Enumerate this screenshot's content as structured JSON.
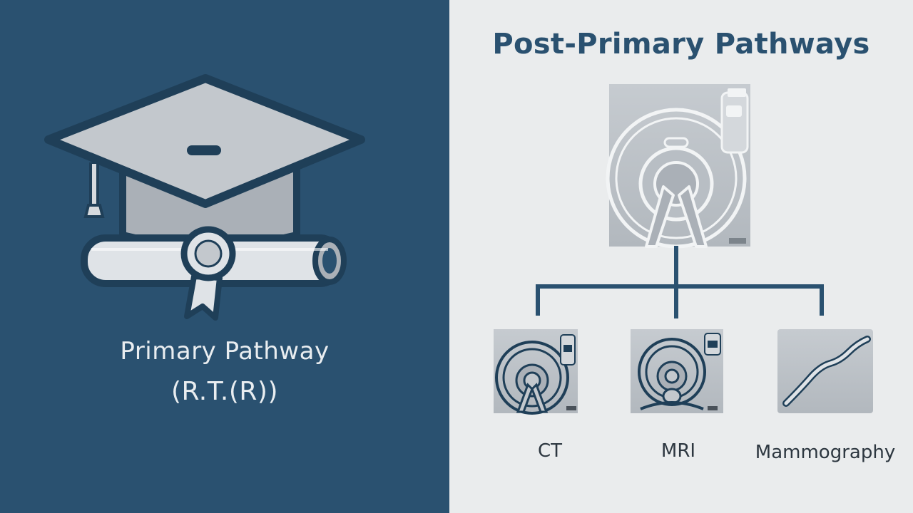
{
  "primary": {
    "title": "Primary Pathway",
    "subtitle": "(R.T.(R))",
    "icon": "graduation-cap-with-diploma-icon"
  },
  "post_primary": {
    "title": "Post-Primary Pathways",
    "root_icon": "mri-scanner-icon",
    "branches": [
      {
        "label": "CT",
        "icon": "ct-scanner-icon"
      },
      {
        "label": "MRI",
        "icon": "mri-scanner-icon"
      },
      {
        "label": "Mammography",
        "icon": "mammography-icon"
      }
    ]
  },
  "colors": {
    "left_background": "#2a5170",
    "right_background": "#eaeced",
    "accent": "#2a5170",
    "icon_fill": "#b9bfc5"
  }
}
